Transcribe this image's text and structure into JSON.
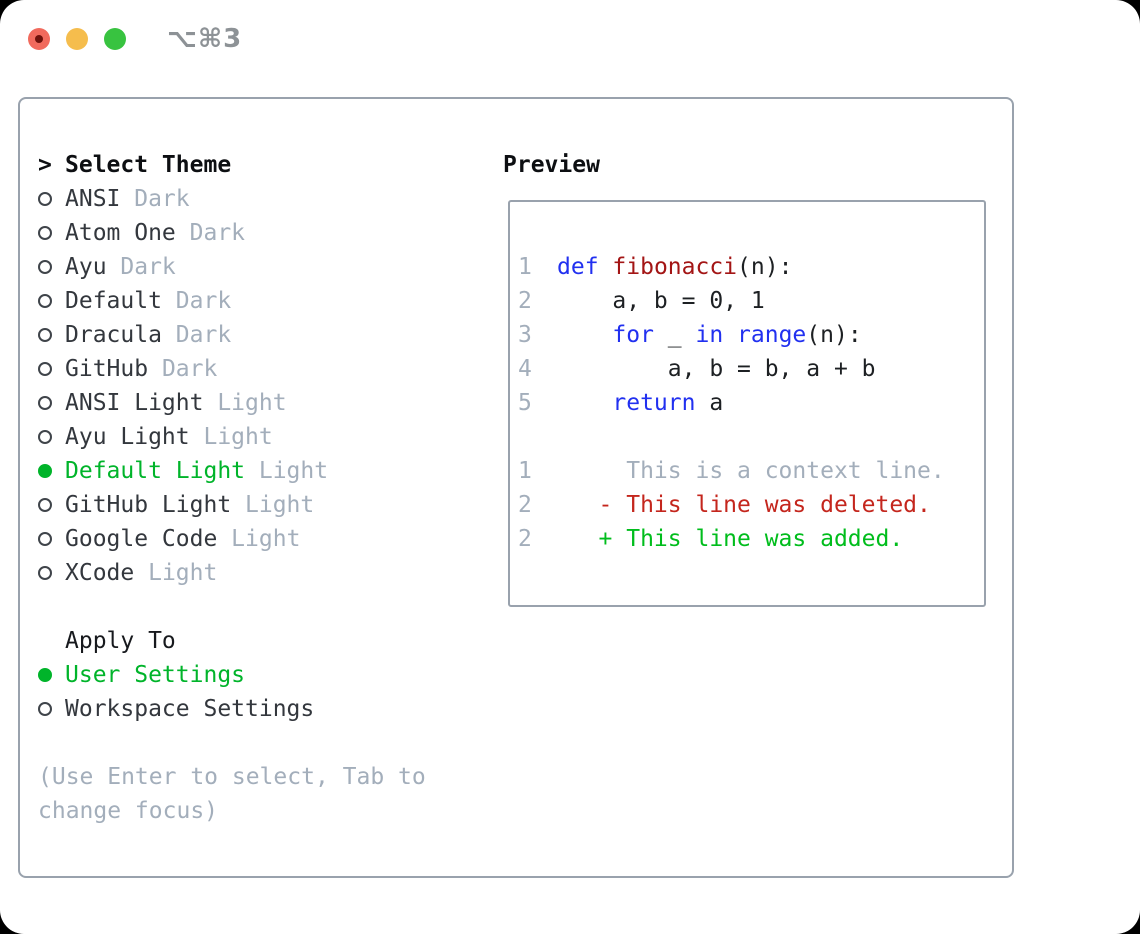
{
  "titlebar": {
    "shortcut": "⌥⌘3"
  },
  "theme_picker": {
    "cursor": ">",
    "header": "Select Theme",
    "items": [
      {
        "name": "ANSI",
        "variant": "Dark",
        "selected": false
      },
      {
        "name": "Atom One",
        "variant": "Dark",
        "selected": false
      },
      {
        "name": "Ayu",
        "variant": "Dark",
        "selected": false
      },
      {
        "name": "Default",
        "variant": "Dark",
        "selected": false
      },
      {
        "name": "Dracula",
        "variant": "Dark",
        "selected": false
      },
      {
        "name": "GitHub",
        "variant": "Dark",
        "selected": false
      },
      {
        "name": "ANSI Light",
        "variant": "Light",
        "selected": false
      },
      {
        "name": "Ayu Light",
        "variant": "Light",
        "selected": false
      },
      {
        "name": "Default Light",
        "variant": "Light",
        "selected": true
      },
      {
        "name": "GitHub Light",
        "variant": "Light",
        "selected": false
      },
      {
        "name": "Google Code",
        "variant": "Light",
        "selected": false
      },
      {
        "name": "XCode",
        "variant": "Light",
        "selected": false
      }
    ],
    "apply_to": {
      "header": "Apply To",
      "options": [
        {
          "name": "User Settings",
          "selected": true
        },
        {
          "name": "Workspace Settings",
          "selected": false
        }
      ]
    },
    "hint_lines": [
      "(Use Enter to select, Tab to",
      "change focus)"
    ]
  },
  "preview": {
    "header": "Preview",
    "lines": [
      {
        "num": "1",
        "parts": [
          [
            "kw",
            "def"
          ],
          [
            "pl",
            " "
          ],
          [
            "fn",
            "fibonacci"
          ],
          [
            "pl",
            "(n):"
          ]
        ]
      },
      {
        "num": "2",
        "parts": [
          [
            "pl",
            "    a, b = 0, 1"
          ]
        ]
      },
      {
        "num": "3",
        "parts": [
          [
            "pl",
            "    "
          ],
          [
            "kw",
            "for"
          ],
          [
            "pl",
            " _ "
          ],
          [
            "kw",
            "in"
          ],
          [
            "pl",
            " "
          ],
          [
            "kw",
            "range"
          ],
          [
            "pl",
            "(n):"
          ]
        ]
      },
      {
        "num": "4",
        "parts": [
          [
            "pl",
            "        a, b = b, a + b"
          ]
        ]
      },
      {
        "num": "5",
        "parts": [
          [
            "pl",
            "    "
          ],
          [
            "kw",
            "return"
          ],
          [
            "pl",
            " a"
          ]
        ]
      },
      {
        "num": "",
        "parts": []
      },
      {
        "num": "1",
        "parts": [
          [
            "ctx",
            "     This is a context line."
          ]
        ]
      },
      {
        "num": "2",
        "parts": [
          [
            "del",
            "   - This line was deleted."
          ]
        ]
      },
      {
        "num": "2",
        "parts": [
          [
            "add",
            "   + This line was added."
          ]
        ]
      }
    ]
  },
  "colors": {
    "accent_green": "#00b42a",
    "keyword_blue": "#2130f0",
    "function_red": "#a31515",
    "deleted_red": "#c4261d",
    "added_green": "#00bd1c",
    "muted_gray": "#a3aebb",
    "text_dark": "#33373d",
    "heading_black": "#0d0f12",
    "border_gray": "#99a2ad",
    "titlebar_gray": "#8d9296",
    "traffic_red": "#f16a5d",
    "traffic_red_dot": "#6e120c",
    "traffic_yellow": "#f5bd4d",
    "traffic_green": "#38c340"
  }
}
